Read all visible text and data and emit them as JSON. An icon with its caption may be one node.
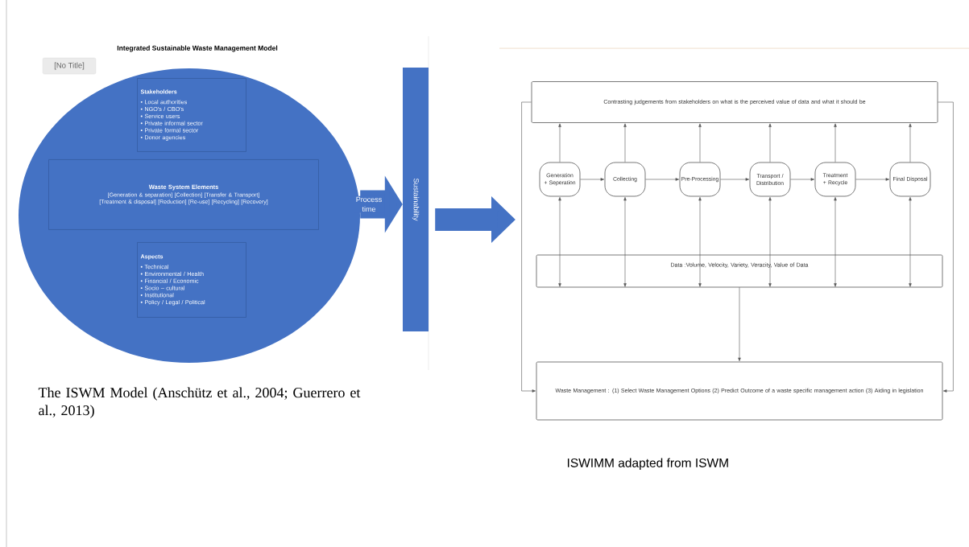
{
  "diagram": {
    "title": "Integrated Sustainable Waste Management Model",
    "nodes": [
      {
        "text": [],
        "shape": "ellipse"
      },
      {
        "text": [
          "[No Title]"
        ]
      },
      {
        "text": [
          "Stakeholders",
          "• Local authorities",
          "• NGO's / CBO's",
          "• Service users",
          "• Private informal sector",
          "• Private formal sector",
          "• Donor agencies"
        ],
        "in": 0
      },
      {
        "text": [
          "Waste System Elements",
          "[Generation & separation] [Collection] [Transfer & Transport] [Treatment & disposal] [Reduction] [Re-use] [Recycling] [Recovery]"
        ],
        "in": 0
      },
      {
        "text": [
          "Aspects",
          "• Technical",
          "• Environmental / Health",
          "• Financial / Economic",
          "• Socio – cultural",
          "• Institutional",
          "• Policy / Legal / Political"
        ],
        "in": 0
      },
      {
        "text": [
          "Sustainability"
        ]
      },
      {
        "text": [
          "Contrasting judgements from stakeholders on what is the perceived value of data and what it should be"
        ]
      },
      {
        "text": [
          "Generation + Seperation"
        ]
      },
      {
        "text": [
          "Collecting"
        ]
      },
      {
        "text": [
          "Pre-Processing"
        ]
      },
      {
        "text": [
          "Transport / Distribution"
        ]
      },
      {
        "text": [
          "Treatment + Recycle"
        ]
      },
      {
        "text": [
          "Final Disposal"
        ]
      },
      {
        "text": [
          "Data  :Volume, Velocity, Variety, Veracity, Value of Data"
        ]
      },
      {
        "text": [
          "Waste Management : (1) Select Waste Management Options (2)  Predict Outcome of a waste specific management action (3) Aiding in legislation"
        ]
      }
    ],
    "edges": [
      {
        "from": 0,
        "to": 5,
        "arrow": "to",
        "label": "Process time",
        "style": "thick",
        "color": "#4472c4"
      },
      {
        "from": 5,
        "to": null,
        "arrow": "to",
        "style": "thick",
        "color": "#4472c4"
      },
      {
        "from": 7,
        "to": 8,
        "arrow": "to"
      },
      {
        "from": 8,
        "to": 9,
        "arrow": "to"
      },
      {
        "from": 9,
        "to": 10,
        "arrow": "to"
      },
      {
        "from": 10,
        "to": 11,
        "arrow": "to"
      },
      {
        "from": 11,
        "to": 12,
        "arrow": "to"
      },
      {
        "from": 7,
        "to": 6,
        "arrow": "to"
      },
      {
        "from": 8,
        "to": 6,
        "arrow": "to"
      },
      {
        "from": 9,
        "to": 6,
        "arrow": "to"
      },
      {
        "from": 10,
        "to": 6,
        "arrow": "to"
      },
      {
        "from": 11,
        "to": 6,
        "arrow": "to"
      },
      {
        "from": 12,
        "to": 6,
        "arrow": "to"
      },
      {
        "from": 13,
        "to": 7,
        "arrow": "both"
      },
      {
        "from": 13,
        "to": 8,
        "arrow": "both"
      },
      {
        "from": 13,
        "to": 9,
        "arrow": "both"
      },
      {
        "from": 13,
        "to": 10,
        "arrow": "both"
      },
      {
        "from": 13,
        "to": 11,
        "arrow": "both"
      },
      {
        "from": 13,
        "to": 12,
        "arrow": "both"
      },
      {
        "from": 13,
        "to": 14,
        "arrow": "to"
      },
      {
        "from": 6,
        "to": 14,
        "arrow": "to"
      },
      {
        "from": 6,
        "to": 14,
        "arrow": "to"
      }
    ],
    "labels": [
      "The ISWM Model (Anschütz et al., 2004; Guerrero et al., 2013)",
      "ISWIMM adapted from ISWM"
    ]
  }
}
